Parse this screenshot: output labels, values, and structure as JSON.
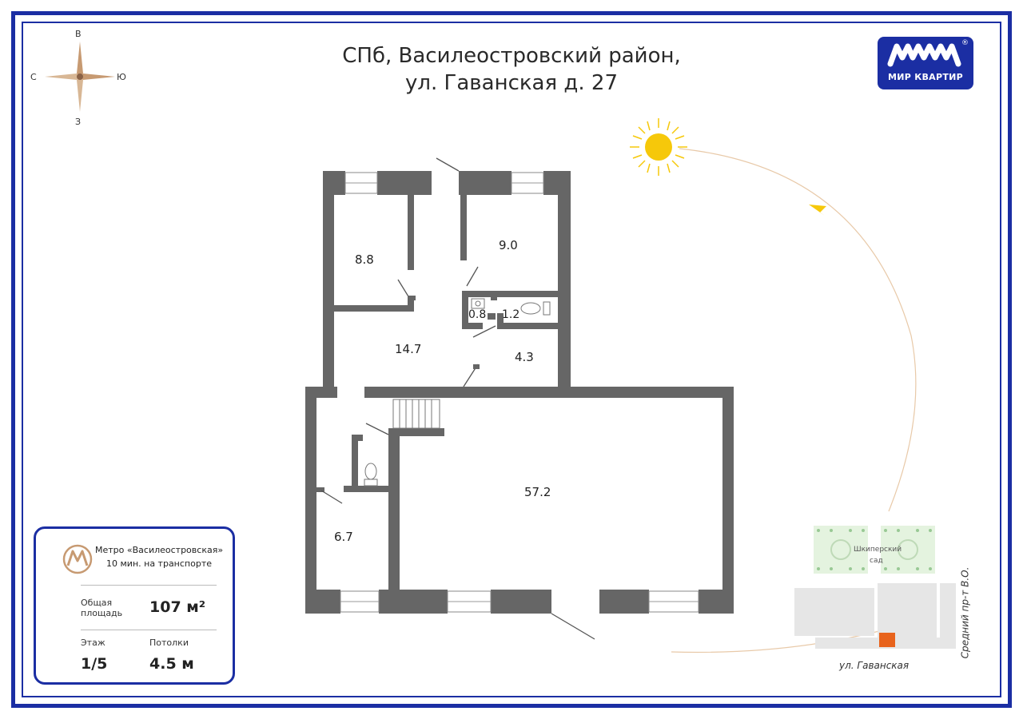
{
  "header": {
    "title_line1": "СПб, Василеостровский район,",
    "title_line2": "ул. Гаванская д. 27"
  },
  "logo": {
    "text": "МИР КВАРТИР",
    "reg_mark": "®"
  },
  "compass": {
    "north": "В",
    "east": "Ю",
    "south": "З",
    "west": "С"
  },
  "rooms": {
    "r1": "8.8",
    "r2": "9.0",
    "r3": "0.8",
    "r4": "1.2",
    "r5": "14.7",
    "r6": "4.3",
    "r7": "57.2",
    "r8": "6.7"
  },
  "info": {
    "metro_name": "Метро «Василеостровская»",
    "metro_time": "10 мин. на транспорте",
    "area_label_1": "Общая",
    "area_label_2": "площадь",
    "area_value": "107 м²",
    "floor_label": "Этаж",
    "floor_value": "1/5",
    "ceiling_label": "Потолки",
    "ceiling_value": "4.5 м"
  },
  "map": {
    "park_name_1": "Шкиперский",
    "park_name_2": "сад",
    "street_bottom": "ул. Гаванская",
    "street_right": "Средний пр-т В.О."
  },
  "colors": {
    "brand_blue": "#1b2ea3",
    "wall": "#666666",
    "sun": "#f6c80a",
    "compass": "#c79a72",
    "building_highlight": "#e8631c"
  }
}
